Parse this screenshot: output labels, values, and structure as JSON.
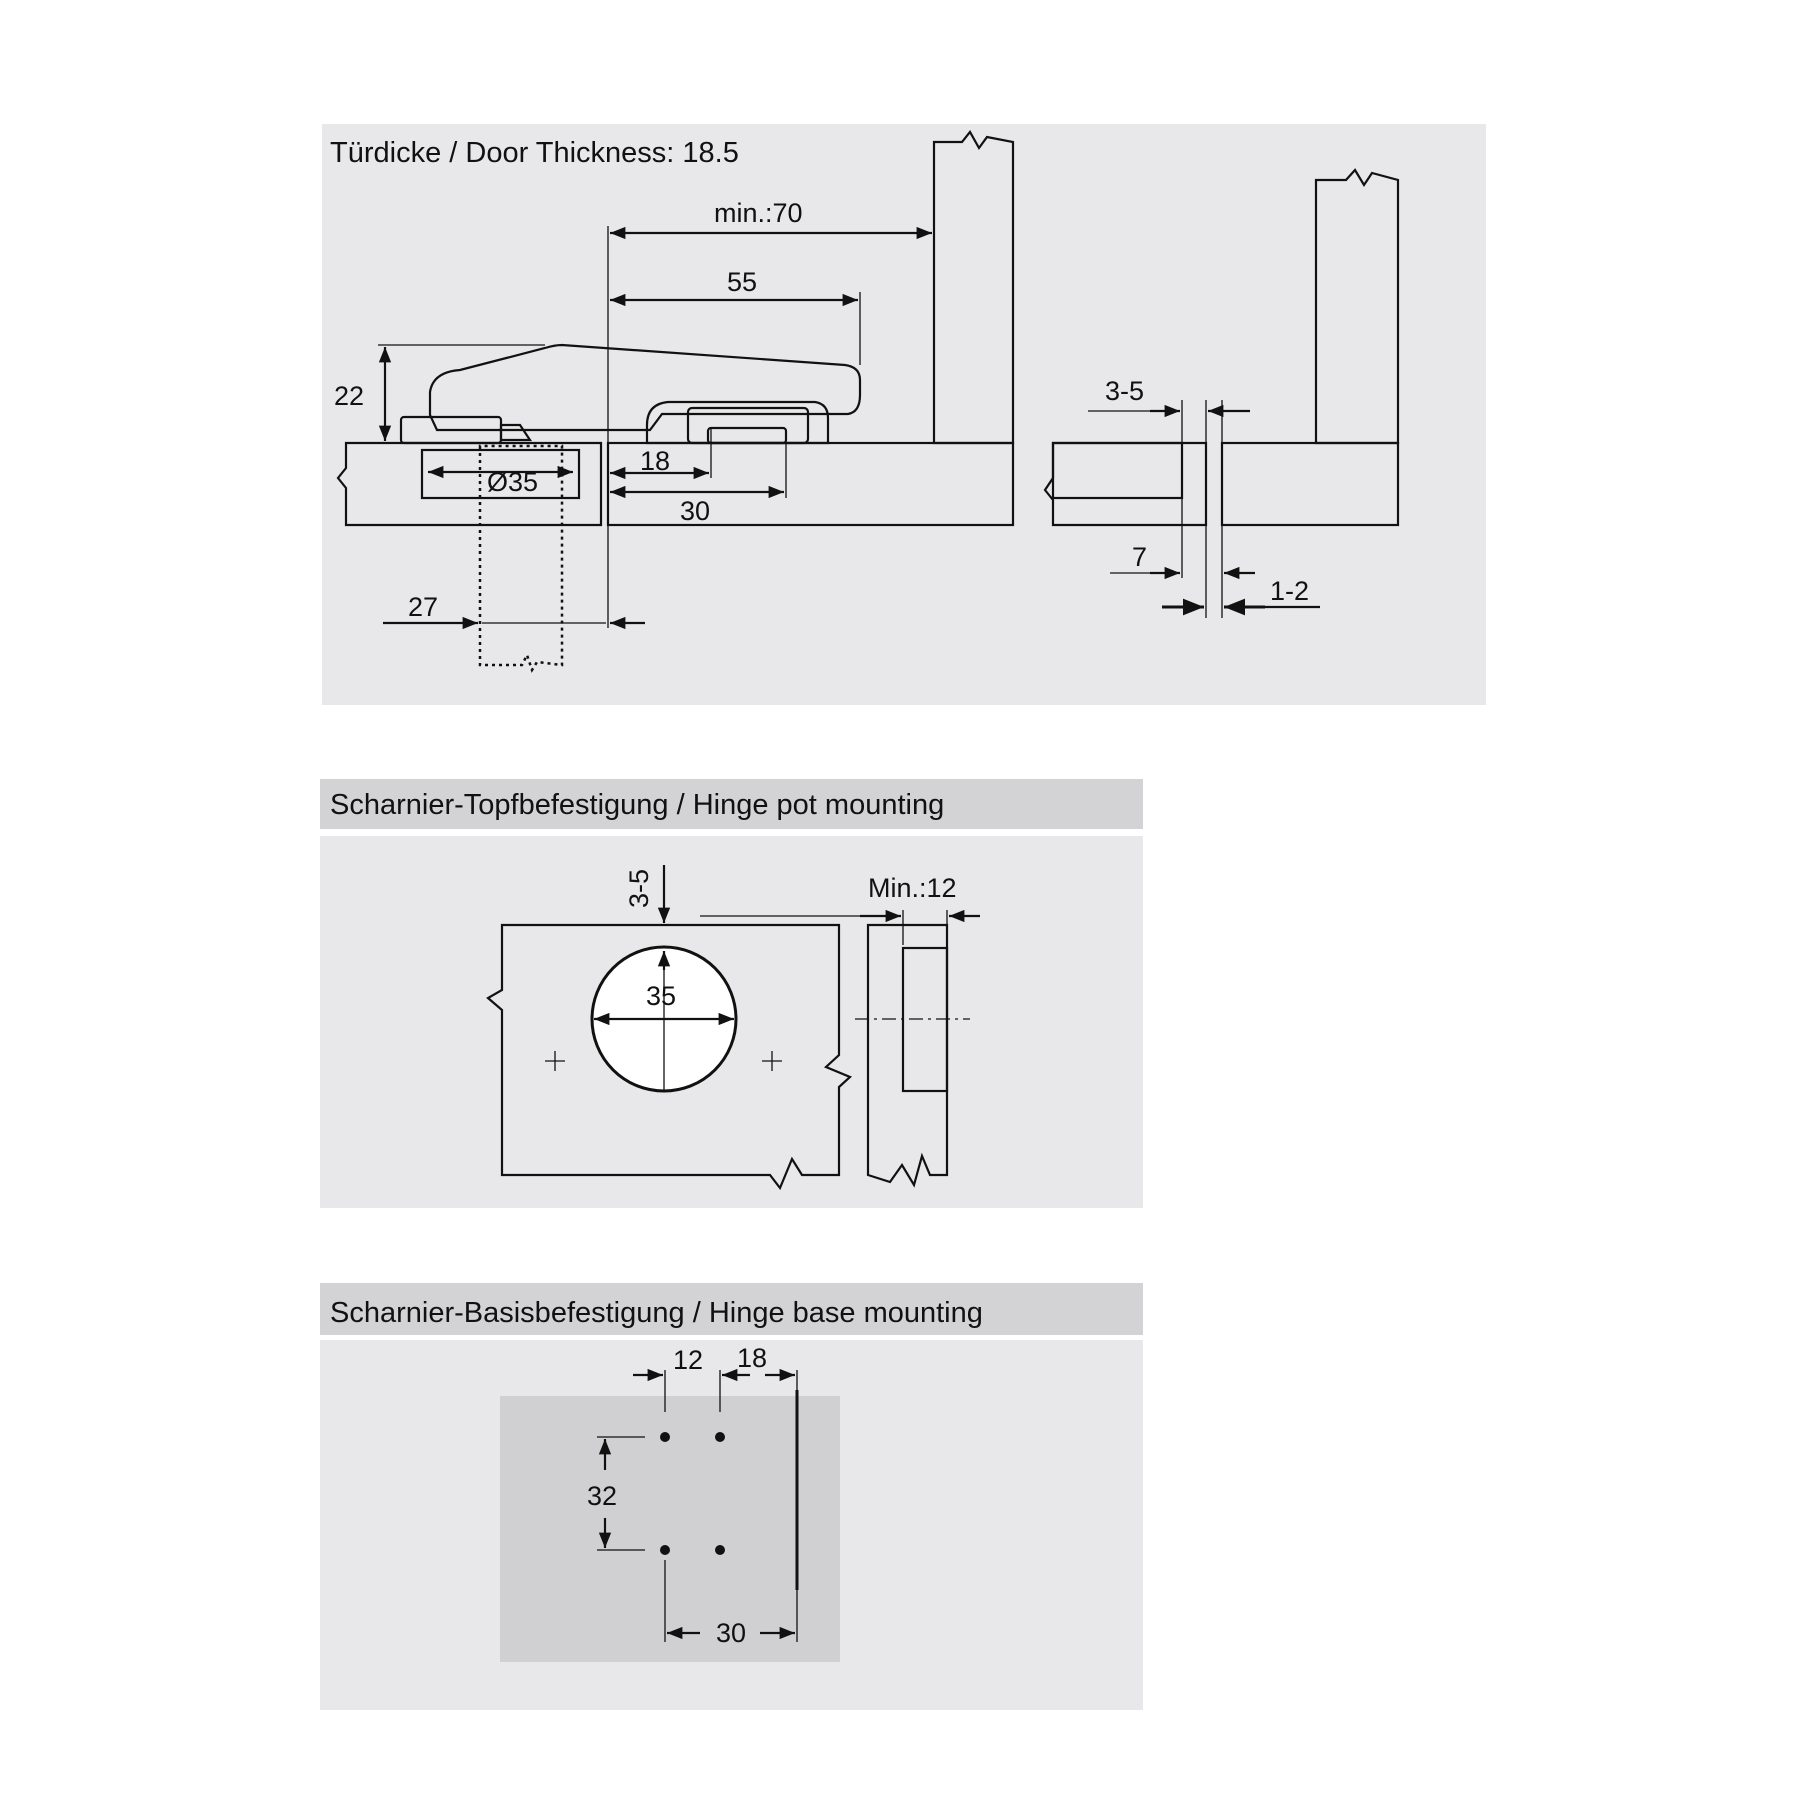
{
  "panel1": {
    "title": "Türdicke / Door Thickness: 18.5",
    "dims": {
      "min70": "min.:70",
      "d55": "55",
      "d22": "22",
      "dia35": "Ø35",
      "d18": "18",
      "d30": "30",
      "d27": "27",
      "d3_5": "3-5",
      "d7": "7",
      "d1_2": "1-2"
    }
  },
  "panel2": {
    "title": "Scharnier-Topfbefestigung / Hinge pot mounting",
    "dims": {
      "d3_5": "3-5",
      "min12": "Min.:12",
      "d35": "35"
    }
  },
  "panel3": {
    "title": "Scharnier-Basisbefestigung / Hinge base mounting",
    "dims": {
      "d12": "12",
      "d18": "18",
      "d32": "32",
      "d30": "30"
    }
  },
  "colors": {
    "panel_bg": "#e8e8ea",
    "header_bg": "#d3d3d5",
    "part_fill": "#d4d4d6",
    "hinge_fill": "#e6e6e8",
    "plate_fill": "#d0d0d2",
    "outline": "#111111"
  }
}
